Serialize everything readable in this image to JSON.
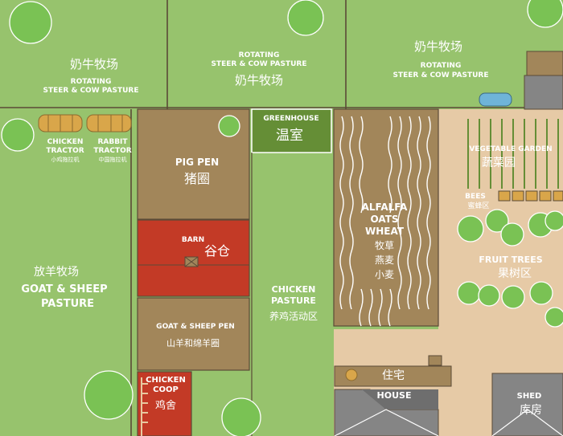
{
  "colors": {
    "grass": "#97c36d",
    "brown": "#a2865a",
    "barn_red": "#c33a26",
    "dark_green": "#658e36",
    "house_gray": "#858585",
    "sand": "#e6caa6",
    "tree_green": "#7ac254",
    "fence": "#5b4a37"
  },
  "areas": {
    "pasture_nw": {
      "zh": "奶牛牧场",
      "en1": "ROTATING",
      "en2": "STEER & COW PASTURE"
    },
    "pasture_mid": {
      "en1": "ROTATING",
      "en2": "STEER & COW PASTURE",
      "zh": "奶牛牧场"
    },
    "pasture_ne": {
      "zh": "奶牛牧场",
      "en1": "ROTATING",
      "en2": "STEER & COW PASTURE"
    },
    "chicken_tractor": {
      "en1": "CHICKEN",
      "en2": "TRACTOR",
      "zh": "小鸡拖拉机"
    },
    "rabbit_tractor": {
      "en1": "RABBIT",
      "en2": "TRACTOR",
      "zh": "中国拖拉机"
    },
    "greenhouse": {
      "en": "GREENHOUSE",
      "zh": "温室"
    },
    "pig_pen": {
      "en": "PIG PEN",
      "zh": "猪圈"
    },
    "barn": {
      "en": "BARN",
      "zh": "谷仓"
    },
    "goat_pasture": {
      "zh": "放羊牧场",
      "en1": "GOAT & SHEEP",
      "en2": "PASTURE"
    },
    "goat_pen": {
      "en": "GOAT & SHEEP PEN",
      "zh": "山羊和绵羊圈"
    },
    "chicken_pasture": {
      "en1": "CHICKEN",
      "en2": "PASTURE",
      "zh": "养鸡活动区"
    },
    "chicken_coop": {
      "en1": "CHICKEN",
      "en2": "COOP",
      "zh": "鸡舍"
    },
    "crops": {
      "en1": "ALFALFA",
      "en2": "OATS",
      "en3": "WHEAT",
      "zh1": "牧草",
      "zh2": "燕麦",
      "zh3": "小麦"
    },
    "vegetable_garden": {
      "en": "VEGETABLE GARDEN",
      "zh": "蔬菜园"
    },
    "bees": {
      "en": "BEES",
      "zh": "蜜蜂区"
    },
    "fruit_trees": {
      "en": "FRUIT TREES",
      "zh": "果树区"
    },
    "residence": {
      "zh": "住宅"
    },
    "house": {
      "en": "HOUSE"
    },
    "shed": {
      "en": "SHED",
      "zh": "库房"
    }
  }
}
